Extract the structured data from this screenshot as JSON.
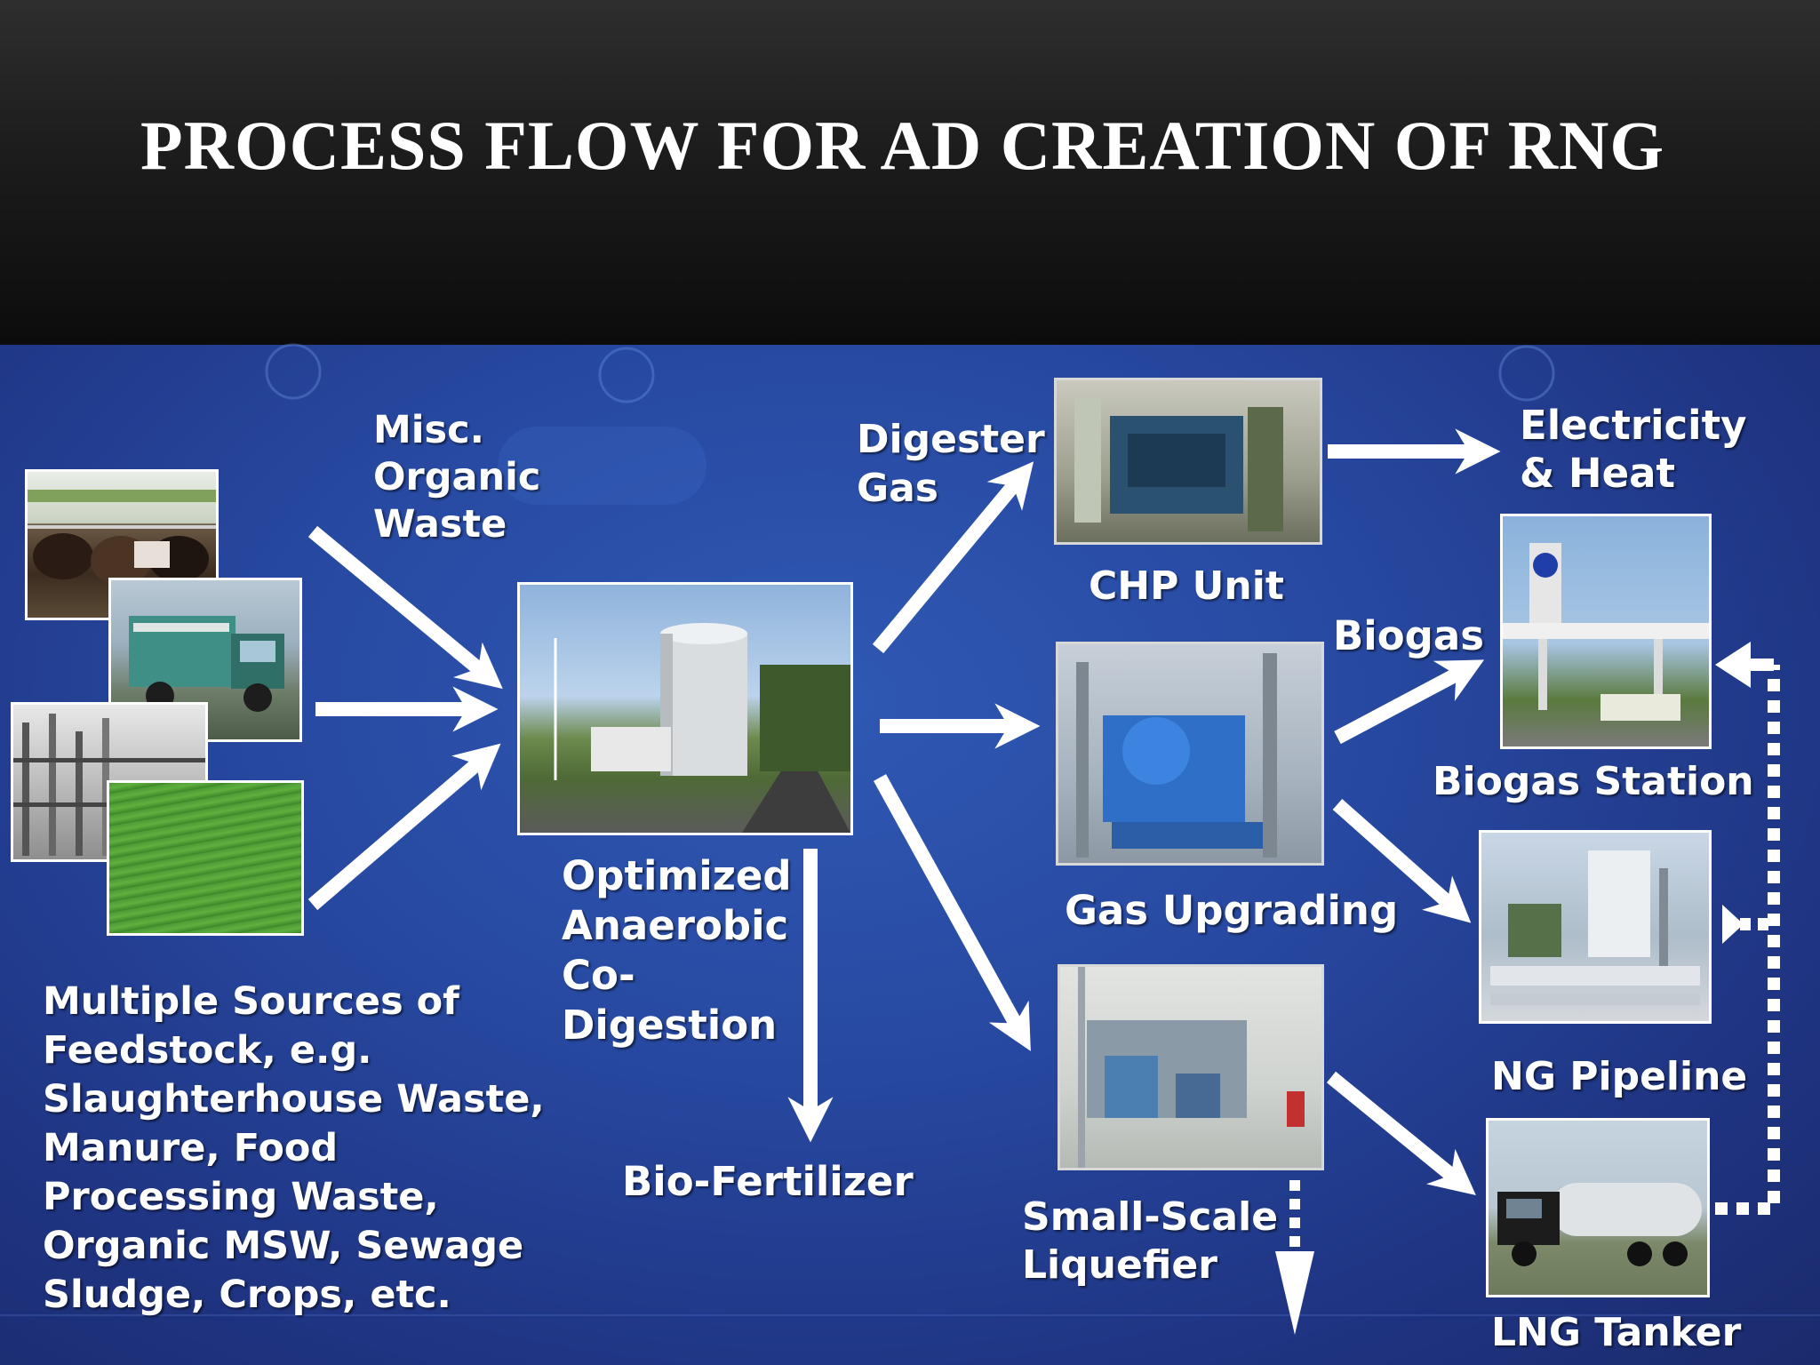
{
  "slide": {
    "title": "PROCESS FLOW FOR AD CREATION OF RNG"
  },
  "labels": {
    "misc_waste": "Misc.\nOrganic\nWaste",
    "feedstock": "Multiple Sources of\nFeedstock, e.g.\nSlaughterhouse Waste,\nManure, Food\nProcessing Waste,\nOrganic MSW, Sewage\nSludge, Crops, etc.",
    "digestion": "Optimized\nAnaerobic\nCo-\nDigestion",
    "bio_fertilizer": "Bio-Fertilizer",
    "digester_gas": "Digester\nGas",
    "chp_unit": "CHP Unit",
    "gas_upgrading": "Gas Upgrading",
    "liquefier": "Small-Scale\nLiquefier",
    "electricity_heat": "Electricity\n& Heat",
    "biogas": "Biogas",
    "biogas_station": "Biogas Station",
    "ng_pipeline": "NG Pipeline",
    "lng_tanker": "LNG Tanker"
  },
  "colors": {
    "header_bg": "#1c1c1c",
    "panel_bg": "#2748a0",
    "text": "#ffffff",
    "arrow": "#ffffff"
  },
  "icons": {
    "flow_arrow": "white-solid-arrow",
    "dashed_flow": "white-dashed-arrow"
  }
}
